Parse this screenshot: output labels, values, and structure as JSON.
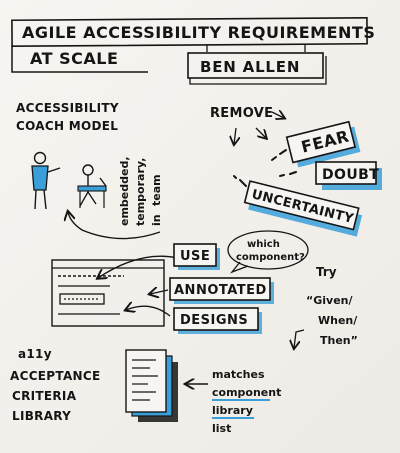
{
  "title": {
    "line1": "AGILE ACCESSIBILITY REQUIREMENTS",
    "line2": "AT SCALE"
  },
  "speaker": "BEN ALLEN",
  "section_coach": {
    "line1": "ACCESSIBILITY",
    "line2": "COACH MODEL",
    "side_note": [
      "embedded,",
      "temporary,",
      "in",
      "team"
    ]
  },
  "section_remove": {
    "heading": "REMOVE",
    "items": [
      "FEAR",
      "DOUBT",
      "UNCERTAINTY"
    ]
  },
  "section_designs": {
    "boxes": [
      "USE",
      "ANNOTATED",
      "DESIGNS"
    ],
    "bubble": [
      "which",
      "component?"
    ]
  },
  "section_try": {
    "heading": "Try",
    "quote": [
      "“Given/",
      "When/",
      "Then”"
    ]
  },
  "section_library": {
    "lines": [
      "a11y",
      "ACCEPTANCE",
      "CRITERIA",
      "LIBRARY"
    ],
    "note": [
      "matches",
      "component",
      "library",
      "list"
    ]
  },
  "colors": {
    "accent": "#3a9fd8",
    "ink": "#151515"
  }
}
